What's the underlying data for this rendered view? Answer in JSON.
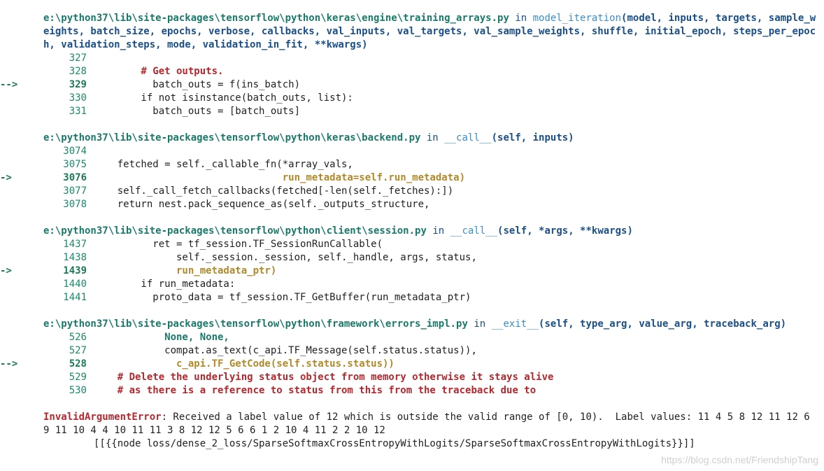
{
  "frames": [
    {
      "path": "e:\\python37\\lib\\site-packages\\tensorflow\\python\\keras\\engine\\training_arrays.py",
      "in_word": "in",
      "func": "model_iteration",
      "sig": "(model, inputs, targets, sample_weights, batch_size, epochs, verbose, callbacks, val_inputs, val_targets, val_sample_weights, shuffle, initial_epoch, steps_per_epoch, validation_steps, mode, validation_in_fit, **kwargs)",
      "lines": [
        {
          "num": "327",
          "code": ""
        },
        {
          "num": "328",
          "code": "        # Get outputs.",
          "cls": "comment"
        },
        {
          "num": "329",
          "arrow": "-->",
          "code": "          batch_outs = f(ins_batch)"
        },
        {
          "num": "330",
          "code": "        if not isinstance(batch_outs, list):"
        },
        {
          "num": "331",
          "code": "          batch_outs = [batch_outs]"
        }
      ]
    },
    {
      "path": "e:\\python37\\lib\\site-packages\\tensorflow\\python\\keras\\backend.py",
      "in_word": "in",
      "func": "__call__",
      "sig": "(self, inputs)",
      "lines": [
        {
          "num": "3074",
          "code": ""
        },
        {
          "num": "3075",
          "code": "    fetched = self._callable_fn(*array_vals,"
        },
        {
          "num": "3076",
          "arrow": "->",
          "code": "                                run_metadata=self.run_metadata)",
          "cls": "hl"
        },
        {
          "num": "3077",
          "code": "    self._call_fetch_callbacks(fetched[-len(self._fetches):])"
        },
        {
          "num": "3078",
          "code": "    return nest.pack_sequence_as(self._outputs_structure,"
        }
      ]
    },
    {
      "path": "e:\\python37\\lib\\site-packages\\tensorflow\\python\\client\\session.py",
      "in_word": "in",
      "func": "__call__",
      "sig": "(self, *args, **kwargs)",
      "lines": [
        {
          "num": "1437",
          "code": "          ret = tf_session.TF_SessionRunCallable("
        },
        {
          "num": "1438",
          "code": "              self._session._session, self._handle, args, status,"
        },
        {
          "num": "1439",
          "arrow": "->",
          "code": "              run_metadata_ptr)",
          "cls": "hl"
        },
        {
          "num": "1440",
          "code": "        if run_metadata:"
        },
        {
          "num": "1441",
          "code": "          proto_data = tf_session.TF_GetBuffer(run_metadata_ptr)"
        }
      ]
    },
    {
      "path": "e:\\python37\\lib\\site-packages\\tensorflow\\python\\framework\\errors_impl.py",
      "in_word": "in",
      "func": "__exit__",
      "sig": "(self, type_arg, value_arg, traceback_arg)",
      "lines": [
        {
          "num": "526",
          "code": "            None, None,",
          "cls": "kw"
        },
        {
          "num": "527",
          "code": "            compat.as_text(c_api.TF_Message(self.status.status)),"
        },
        {
          "num": "528",
          "arrow": "-->",
          "code": "              c_api.TF_GetCode(self.status.status))",
          "cls": "hl"
        },
        {
          "num": "529",
          "code": "    # Delete the underlying status object from memory otherwise it stays alive",
          "cls": "comment"
        },
        {
          "num": "530",
          "code": "    # as there is a reference to status from this from the traceback due to",
          "cls": "comment"
        }
      ]
    }
  ],
  "error": {
    "name": "InvalidArgumentError",
    "message": ": Received a label value of 12 which is outside the valid range of [0, 10).  Label values: 11 4 5 8 12 11 12 6 9 11 10 4 4 10 11 11 3 8 12 12 5 6 6 1 2 10 4 11 2 2 10 12",
    "node": "[[{{node loss/dense_2_loss/SparseSoftmaxCrossEntropyWithLogits/SparseSoftmaxCrossEntropyWithLogits}}]]"
  },
  "watermark": "https://blog.csdn.net/FriendshipTang"
}
